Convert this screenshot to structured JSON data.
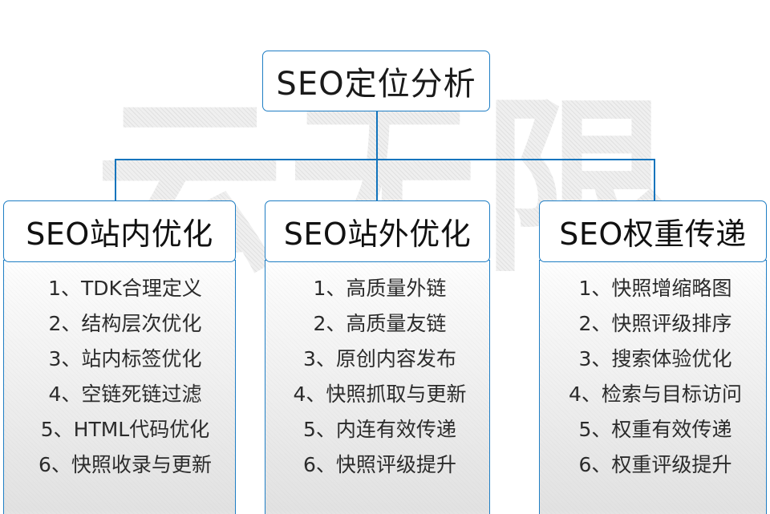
{
  "watermark": {
    "text": "云无限"
  },
  "root": {
    "title": "SEO定位分析"
  },
  "columns": [
    {
      "header": "SEO站内优化",
      "items": [
        "1、TDK合理定义",
        "2、结构层次优化",
        "3、站内标签优化",
        "4、空链死链过滤",
        "5、HTML代码优化",
        "6、快照收录与更新"
      ]
    },
    {
      "header": "SEO站外优化",
      "items": [
        "1、高质量外链",
        "2、高质量友链",
        "3、原创内容发布",
        "4、快照抓取与更新",
        "5、内连有效传递",
        "6、快照评级提升"
      ]
    },
    {
      "header": "SEO权重传递",
      "items": [
        "1、快照增缩略图",
        "2、快照评级排序",
        "3、搜索体验优化",
        "4、检索与目标访问",
        "5、权重有效传递",
        "6、权重评级提升"
      ]
    }
  ],
  "colors": {
    "border": "#1f7ec4",
    "connector": "#1274bd",
    "text": "#1a1a1a",
    "background": "#ffffff"
  }
}
